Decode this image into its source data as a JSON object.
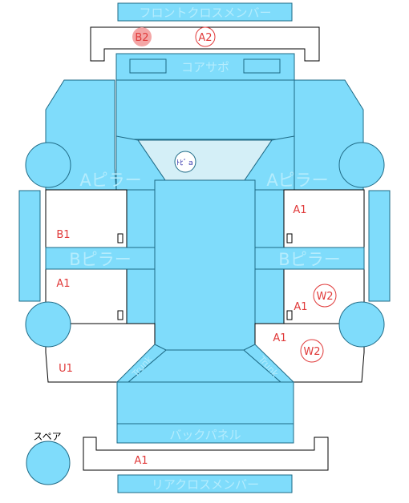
{
  "panels": {
    "front_cross_member": "フロントクロスメンバー",
    "core_support": "コアサポ",
    "a_pillar_left": "Aピラー",
    "a_pillar_right": "Aピラー",
    "b_pillar_left": "Bピラー",
    "b_pillar_right": "Bピラー",
    "back_panel": "バックパネル",
    "rear_cross_member": "リアクロスメンバー",
    "spare": "スペア",
    "roof_marker": "ﾄﾋﾞａ",
    "trunk_left": "Trunk",
    "trunk_right": "Trunk"
  },
  "marks": {
    "front_b2": "B2",
    "front_a2": "A2",
    "left_b1": "B1",
    "left_a1": "A1",
    "left_u1": "U1",
    "right_a1_top": "A1",
    "right_w2_mid": "W2",
    "right_a1_mid": "A1",
    "right_a1_low": "A1",
    "right_w2_low": "W2",
    "rear_a1": "A1"
  },
  "colors": {
    "panel_fill": "#7fdcfb",
    "panel_stroke": "#1e6a86",
    "label_on_panel": "#b4ecfd",
    "damage_red": "#e03a3a",
    "highlight_red_fill": "#f4a6a6",
    "windshield_fill": "#d4eff7"
  }
}
